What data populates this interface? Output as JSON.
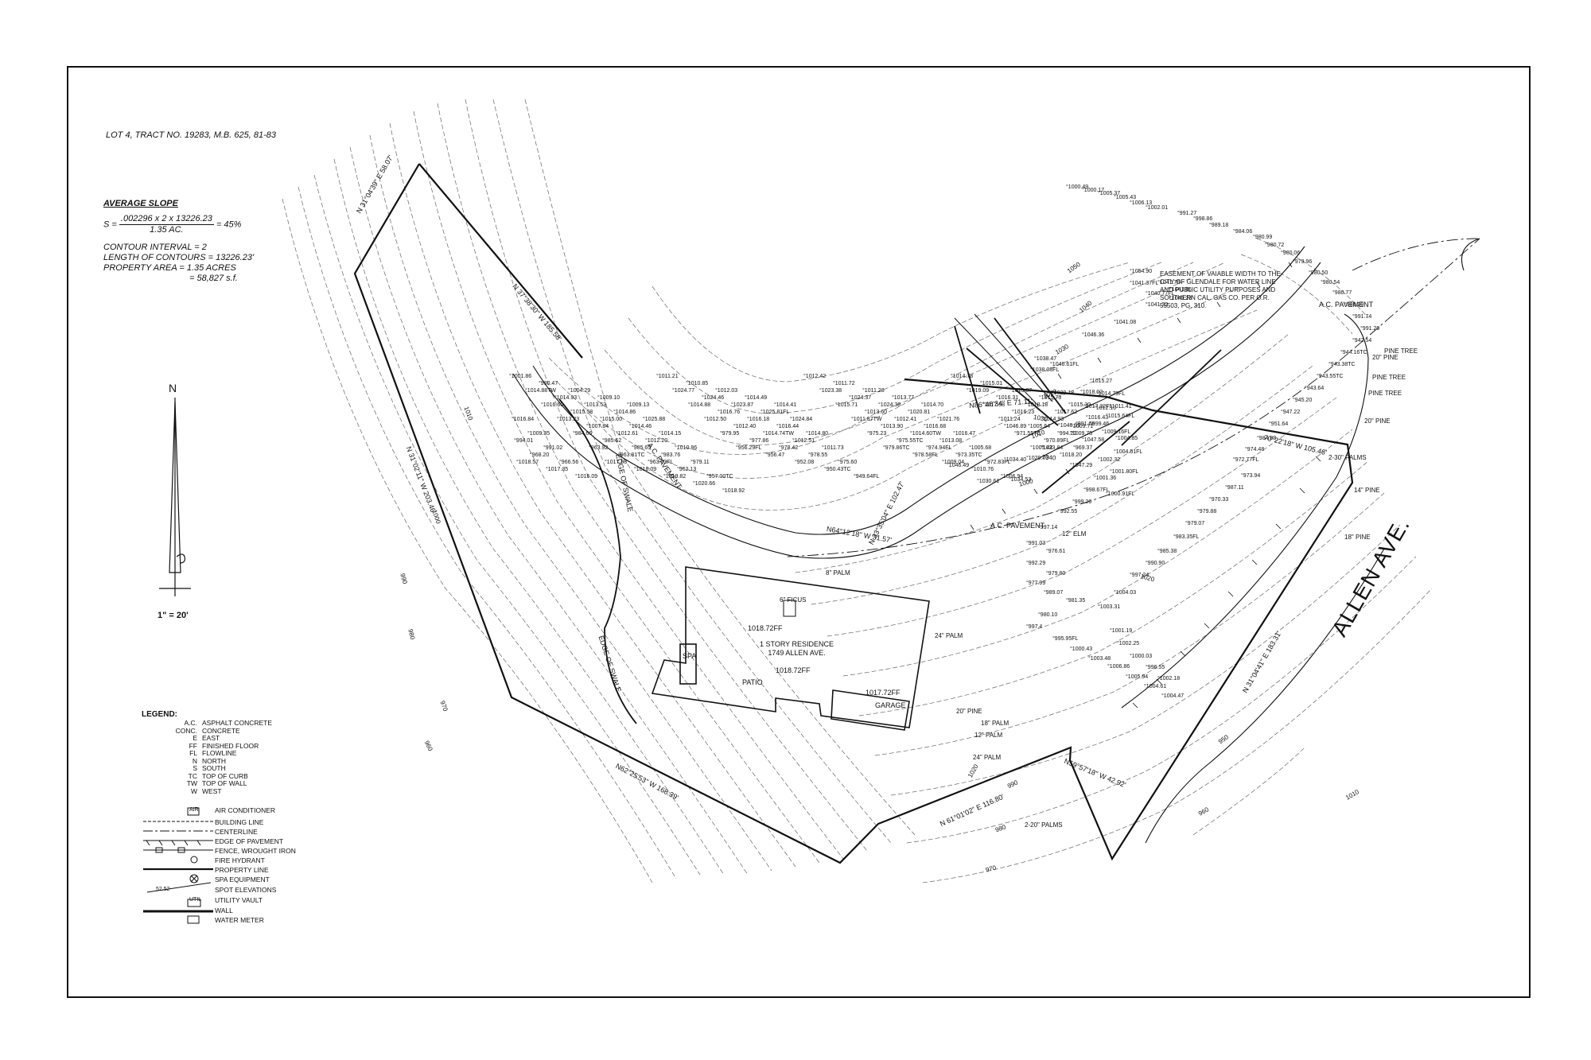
{
  "title_block": {
    "lot_description": "LOT 4, TRACT NO. 19283, M.B. 625, 81-83"
  },
  "average_slope": {
    "heading": "AVERAGE SLOPE",
    "formula_prefix": "S =",
    "numerator": ".002296 x 2 x 13226.23",
    "denominator": "1.35 AC.",
    "result": "= 45%",
    "contour_interval": "CONTOUR INTERVAL = 2",
    "contour_length": "LENGTH OF CONTOURS = 13226.23'",
    "property_area": "PROPERTY AREA = 1.35 ACRES",
    "property_area_sf": "= 58,827 s.f."
  },
  "north_arrow": {
    "label": "N"
  },
  "scale": {
    "label": "1\" = 20'"
  },
  "legend": {
    "heading": "LEGEND:",
    "abbreviations": [
      {
        "abbr": "A.C.",
        "meaning": "ASPHALT CONCRETE"
      },
      {
        "abbr": "CONC.",
        "meaning": "CONCRETE"
      },
      {
        "abbr": "E",
        "meaning": "EAST"
      },
      {
        "abbr": "FF",
        "meaning": "FINISHED FLOOR"
      },
      {
        "abbr": "FL",
        "meaning": "FLOWLINE"
      },
      {
        "abbr": "N",
        "meaning": "NORTH"
      },
      {
        "abbr": "S",
        "meaning": "SOUTH"
      },
      {
        "abbr": "TC",
        "meaning": "TOP OF CURB"
      },
      {
        "abbr": "TW",
        "meaning": "TOP OF WALL"
      },
      {
        "abbr": "W",
        "meaning": "WEST"
      }
    ],
    "symbols": [
      {
        "code": "AIR",
        "label": "AIR CONDITIONER"
      },
      {
        "code": "",
        "label": "BUILDING LINE"
      },
      {
        "code": "",
        "label": "CENTERLINE"
      },
      {
        "code": "",
        "label": "EDGE OF PAVEMENT"
      },
      {
        "code": "",
        "label": "FENCE, WROUGHT IRON"
      },
      {
        "code": "",
        "label": "FIRE HYDRANT"
      },
      {
        "code": "",
        "label": "PROPERTY LINE"
      },
      {
        "code": "",
        "label": "SPA EQUIPMENT"
      },
      {
        "code": "52.52",
        "label": "SPOT ELEVATIONS"
      },
      {
        "code": "UTIL",
        "label": "UTILITY VAULT"
      },
      {
        "code": "",
        "label": "WALL"
      },
      {
        "code": "",
        "label": "WATER METER"
      }
    ]
  },
  "street_label": "ALLEN AVE.",
  "easement_note": [
    "EASEMENT OF VAIABLE WIDTH TO THE",
    "CITY OF GLENDALE FOR WATER LINE",
    "AND PUBLIC UTILITY PURPOSES AND",
    "SOUTHERN CAL. GAS CO. PER O.R.",
    "55503, PG. 310."
  ],
  "features": {
    "ac_pavement_labels": [
      "A.C. PAVEMENT",
      "A.C. PAVEMENT",
      "A.C. PAVEMENT"
    ],
    "residence": [
      "1 STORY RESIDENCE",
      "1749 ALLEN AVE."
    ],
    "garage": "GARAGE",
    "patio": "PATIO",
    "spa": "SPA",
    "ff_labels": [
      "1018.72FF",
      "1018.72FF",
      "1017.72FF"
    ],
    "edge_of_swale": [
      "EDGE OF SWALE",
      "EDGE OF SWALE"
    ],
    "trees": [
      "24\" PALM",
      "20\" PINE",
      "PINE TREE",
      "PINE TREE",
      "PINE TREE",
      "20\" PINE",
      "14\" PINE",
      "18\" PINE",
      "12\" ELM",
      "2-30\" PALMS",
      "2-20\" PALMS",
      "18\" PALM",
      "12\" PALM",
      "24\" PALM",
      "8\" PALM",
      "6\" FICUS",
      "20\" PINE"
    ]
  },
  "bearings": [
    "N 31°04'39\" E  58.07'",
    "N 37°38'30\" W  185.58'",
    "N 31°02'11\" W  203.46'",
    "N62°25'53\" W  168.39'",
    "N 61°01'02\" E  116.80'",
    "N59°57'18\" W  42.92'",
    "N 31°04'41\" E  183.31'",
    "70°22'18\" W  105.46'",
    "N86°46'34\" E  71.11'",
    "N 33°35'04\" E  102.47'",
    "N64°12'18\" W  31.57'"
  ],
  "contour_labels": [
    "1040",
    "1050",
    "1030",
    "1020",
    "1010",
    "1000",
    "990",
    "980",
    "970",
    "960",
    "950",
    "1020",
    "1010",
    "1000",
    "990",
    "980",
    "970",
    "960",
    "1040",
    "1030",
    "1020",
    "1010"
  ],
  "spot_elevations": [
    "1054.90",
    "1041.37FL",
    "1041.78",
    "1041.86",
    "1040.23",
    "1040.77FL",
    "1041.32",
    "1041.08",
    "1046.36",
    "1038.47",
    "1038.08FL",
    "1046.61FL",
    "1046.49",
    "1046.89",
    "1046.99",
    "1047.58",
    "1047.29",
    "1033.84",
    "1034.40",
    "1034.53",
    "1029.73",
    "1030.61",
    "1029.18",
    "1018.02",
    "1017.32FL",
    "1016.43",
    "1015.64FL",
    "1015.27",
    "1014.79FL",
    "1012.10",
    "1011.41",
    "999.46",
    "991.66",
    "1009.75",
    "1009.16FL",
    "1004.85",
    "1004.51FL",
    "1002.32",
    "1001.80FL",
    "1001.36",
    "1000.91FL",
    "998.67FL",
    "999.20",
    "992.55",
    "997.14",
    "991.03",
    "976.61",
    "992.29",
    "979.80",
    "977.99",
    "989.07",
    "981.35",
    "980.10",
    "997.4",
    "995.95FL",
    "1000.43",
    "1003.48",
    "1006.86",
    "1005.94",
    "1004.61",
    "1004.47",
    "1003.31",
    "1001.19",
    "1002.25",
    "1000.03",
    "996.55",
    "1002.18",
    "1004.03",
    "997.24",
    "990.90",
    "985.38",
    "983.35FL",
    "979.07",
    "979.88",
    "970.33",
    "987.11",
    "973.94",
    "972.77FL",
    "974.48",
    "984.83",
    "951.64",
    "947.22",
    "945.20",
    "943.64",
    "943.55TC",
    "943.38TC",
    "944.16TC",
    "942.54",
    "991.29",
    "991.74",
    "988.20",
    "980.77",
    "980.54",
    "980.50",
    "979.96",
    "980.06",
    "980.72",
    "980.99",
    "984.06",
    "989.18",
    "998.86",
    "991.27",
    "1002.01",
    "1006.13",
    "1005.43",
    "1005.37",
    "1000.17",
    "1000.49",
    "1001.86",
    "990.47",
    "1004.29",
    "1009.10",
    "1009.13",
    "1011.21",
    "1010.85",
    "1012.03",
    "1014.49",
    "1014.41",
    "1012.42",
    "1011.72",
    "1011.28",
    "1013.77",
    "1014.70",
    "1014.78",
    "1015.01",
    "1013.87",
    "1015.73",
    "1015.30",
    "1014.88TW",
    "1014.93",
    "1013.53",
    "1014.86",
    "1025.88",
    "1024.77",
    "1024.46",
    "1023.87",
    "1025.81FL",
    "1024.84",
    "1023.38",
    "1024.37",
    "1024.38",
    "1020.81",
    "1021.76",
    "1019.09",
    "1016.31",
    "1018.18",
    "1017.62",
    "1016.84",
    "1016.60",
    "1015.58",
    "1015.00",
    "1014.46",
    "1014.15",
    "1014.88",
    "1016.76",
    "1016.18",
    "1016.44",
    "1014.80",
    "1015.71",
    "1013.60",
    "1012.41",
    "1016.68",
    "1016.47",
    "1017.58",
    "1016.23",
    "1014.93",
    "1009.71",
    "1009.35",
    "1013.23",
    "1007.84",
    "1012.61",
    "1012.20",
    "1010.86",
    "1012.50",
    "1012.40",
    "1014.74TW",
    "1012.51",
    "1011.73",
    "1011.87TW",
    "1013.90",
    "1014.60TW",
    "1013.08",
    "1005.68",
    "1011.24",
    "1005.64",
    "994.20",
    "994.01",
    "991.02",
    "984.66",
    "985.62",
    "985.65",
    "983.76",
    "979.11",
    "979.95",
    "977.86",
    "978.42",
    "978.55",
    "975.60",
    "975.23",
    "975.55TC",
    "974.94FL",
    "973.35TC",
    "972.83FL",
    "971.55TC",
    "970.89FL",
    "969.37",
    "968.20",
    "966.56",
    "963.92",
    "963.81TC",
    "963.03FL",
    "962.13",
    "957.00TC",
    "956.29FL",
    "956.47",
    "952.08",
    "950.43TC",
    "949.64FL",
    "979.86TC",
    "978.58FL",
    "1009.04",
    "1010.76",
    "1006.94",
    "1005.42",
    "1018.20",
    "1018.57",
    "1017.35",
    "1016.09",
    "1017.98",
    "1018.09",
    "1019.82",
    "1020.66",
    "1018.92"
  ]
}
